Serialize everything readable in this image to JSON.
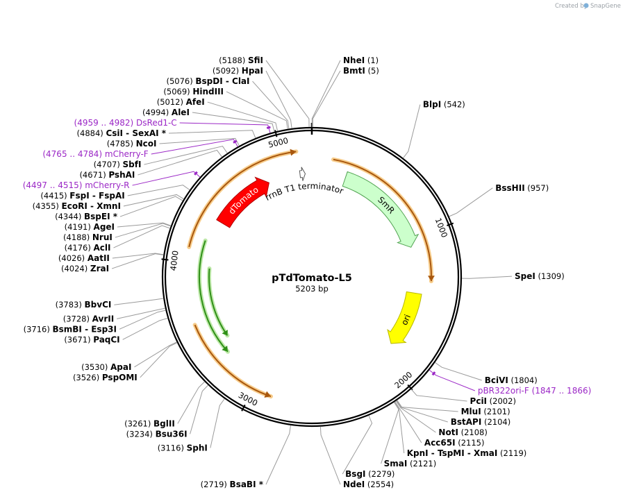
{
  "credit": {
    "prefix": "Created by",
    "brand": "SnapGene"
  },
  "plasmid": {
    "name": "pTdTomato-L5",
    "size_label": "5203 bp",
    "length": 5203
  },
  "ticks": [
    {
      "pos": 1000,
      "label": "1000"
    },
    {
      "pos": 2000,
      "label": "2000"
    },
    {
      "pos": 3000,
      "label": "3000"
    },
    {
      "pos": 4000,
      "label": "4000"
    },
    {
      "pos": 5000,
      "label": "5000"
    }
  ],
  "features": [
    {
      "name": "dTomato",
      "start": 4350,
      "end": 4850,
      "dir": 1,
      "fill": "#ff0000",
      "stroke": "#b00000",
      "text_fill": "#ffffff",
      "ring": "inner"
    },
    {
      "name": "rrnB T1 terminator",
      "start": 5108,
      "end": 5150,
      "dir": 1,
      "fill": "#ffffff",
      "stroke": "#555555",
      "text_fill": "#000000",
      "ring": "inner"
    },
    {
      "name": "SmR",
      "start": 270,
      "end": 1060,
      "dir": 1,
      "fill": "#ccffcc",
      "stroke": "#52a352",
      "text_fill": "#000000",
      "ring": "inner"
    },
    {
      "name": "ori",
      "start": 1430,
      "end": 1880,
      "dir": 1,
      "fill": "#ffff00",
      "stroke": "#b8b800",
      "text_fill": "#000000",
      "ring": "inner"
    }
  ],
  "orfs": [
    {
      "start": 150,
      "end": 1330,
      "dir": 1,
      "color": "#a8570e",
      "glow": "#f7cd8c",
      "r": 172
    },
    {
      "start": 3300,
      "end": 4175,
      "dir": -1,
      "color": "#2f8f17",
      "glow": "#bde8a8",
      "r": 162
    },
    {
      "start": 3400,
      "end": 3970,
      "dir": -1,
      "color": "#2f8f17",
      "glow": "#bde8a8",
      "r": 148
    },
    {
      "start": 2875,
      "end": 3580,
      "dir": -1,
      "color": "#a8570e",
      "glow": "#f7cd8c",
      "r": 182
    },
    {
      "start": 4100,
      "end": 5100,
      "dir": 1,
      "color": "#a8570e",
      "glow": "#f7cd8c",
      "r": 182
    }
  ],
  "sites": [
    {
      "name": "SfiI",
      "pos_label": "(5188)",
      "pos": 5188,
      "side": "left",
      "star": false
    },
    {
      "name": "NheI",
      "pos_label": "(1)",
      "pos": 1,
      "side": "right",
      "star": false
    },
    {
      "name": "BmtI",
      "pos_label": "(5)",
      "pos": 5,
      "side": "right",
      "star": false
    },
    {
      "name": "HpaI",
      "pos_label": "(5092)",
      "pos": 5092,
      "side": "left",
      "star": false
    },
    {
      "name": "BspDI - ClaI",
      "pos_label": "(5076)",
      "pos": 5076,
      "side": "left",
      "star": false
    },
    {
      "name": "HindIII",
      "pos_label": "(5069)",
      "pos": 5069,
      "side": "left",
      "star": false
    },
    {
      "name": "AfeI",
      "pos_label": "(5012)",
      "pos": 5012,
      "side": "left",
      "star": false
    },
    {
      "name": "AleI",
      "pos_label": "(4994)",
      "pos": 4994,
      "side": "left",
      "star": false
    },
    {
      "name": "CsiI - SexAI",
      "pos_label": "(4884)",
      "pos": 4884,
      "side": "left",
      "star": true
    },
    {
      "name": "NcoI",
      "pos_label": "(4785)",
      "pos": 4785,
      "side": "left",
      "star": false
    },
    {
      "name": "SbfI",
      "pos_label": "(4707)",
      "pos": 4707,
      "side": "left",
      "star": false
    },
    {
      "name": "PshAI",
      "pos_label": "(4671)",
      "pos": 4671,
      "side": "left",
      "star": false
    },
    {
      "name": "FspI - FspAI",
      "pos_label": "(4415)",
      "pos": 4415,
      "side": "left",
      "star": false
    },
    {
      "name": "EcoRI - XmnI",
      "pos_label": "(4355)",
      "pos": 4355,
      "side": "left",
      "star": false
    },
    {
      "name": "BspEI",
      "pos_label": "(4344)",
      "pos": 4344,
      "side": "left",
      "star": true
    },
    {
      "name": "AgeI",
      "pos_label": "(4191)",
      "pos": 4191,
      "side": "left",
      "star": false
    },
    {
      "name": "NruI",
      "pos_label": "(4188)",
      "pos": 4188,
      "side": "left",
      "star": false
    },
    {
      "name": "AclI",
      "pos_label": "(4176)",
      "pos": 4176,
      "side": "left",
      "star": false
    },
    {
      "name": "AatII",
      "pos_label": "(4026)",
      "pos": 4026,
      "side": "left",
      "star": false
    },
    {
      "name": "ZraI",
      "pos_label": "(4024)",
      "pos": 4024,
      "side": "left",
      "star": false
    },
    {
      "name": "BbvCI",
      "pos_label": "(3783)",
      "pos": 3783,
      "side": "left",
      "star": false
    },
    {
      "name": "AvrII",
      "pos_label": "(3728)",
      "pos": 3728,
      "side": "left",
      "star": false
    },
    {
      "name": "BsmBI - Esp3I",
      "pos_label": "(3716)",
      "pos": 3716,
      "side": "left",
      "star": false
    },
    {
      "name": "PaqCI",
      "pos_label": "(3671)",
      "pos": 3671,
      "side": "left",
      "star": false
    },
    {
      "name": "ApaI",
      "pos_label": "(3530)",
      "pos": 3530,
      "side": "left",
      "star": false
    },
    {
      "name": "PspOMI",
      "pos_label": "(3526)",
      "pos": 3526,
      "side": "left",
      "star": false
    },
    {
      "name": "BglII",
      "pos_label": "(3261)",
      "pos": 3261,
      "side": "left",
      "star": false
    },
    {
      "name": "Bsu36I",
      "pos_label": "(3234)",
      "pos": 3234,
      "side": "left",
      "star": false
    },
    {
      "name": "SphI",
      "pos_label": "(3116)",
      "pos": 3116,
      "side": "left",
      "star": false
    },
    {
      "name": "BsaBI",
      "pos_label": "(2719)",
      "pos": 2719,
      "side": "left",
      "star": true
    },
    {
      "name": "NdeI",
      "pos_label": "(2554)",
      "pos": 2554,
      "side": "right",
      "star": false
    },
    {
      "name": "BsgI",
      "pos_label": "(2279)",
      "pos": 2279,
      "side": "right",
      "star": false
    },
    {
      "name": "SmaI",
      "pos_label": "(2121)",
      "pos": 2121,
      "side": "right",
      "star": false
    },
    {
      "name": "KpnI - TspMI - XmaI",
      "pos_label": "(2119)",
      "pos": 2119,
      "side": "right",
      "star": false
    },
    {
      "name": "Acc65I",
      "pos_label": "(2115)",
      "pos": 2115,
      "side": "right",
      "star": false
    },
    {
      "name": "NotI",
      "pos_label": "(2108)",
      "pos": 2108,
      "side": "right",
      "star": false
    },
    {
      "name": "BstAPI",
      "pos_label": "(2104)",
      "pos": 2104,
      "side": "right",
      "star": false
    },
    {
      "name": "MluI",
      "pos_label": "(2101)",
      "pos": 2101,
      "side": "right",
      "star": false
    },
    {
      "name": "PciI",
      "pos_label": "(2002)",
      "pos": 2002,
      "side": "right",
      "star": false
    },
    {
      "name": "BciVI",
      "pos_label": "(1804)",
      "pos": 1804,
      "side": "right",
      "star": false
    },
    {
      "name": "SpeI",
      "pos_label": "(1309)",
      "pos": 1309,
      "side": "right",
      "star": false
    },
    {
      "name": "BssHII",
      "pos_label": "(957)",
      "pos": 957,
      "side": "right",
      "star": false
    },
    {
      "name": "BlpI",
      "pos_label": "(542)",
      "pos": 542,
      "side": "right",
      "star": false
    }
  ],
  "primers": [
    {
      "name": "DsRed1-C",
      "range_label": "(4959 .. 4982)",
      "pos": 4970,
      "side": "left"
    },
    {
      "name": "mCherry-F",
      "range_label": "(4765 .. 4784)",
      "pos": 4775,
      "side": "left"
    },
    {
      "name": "mCherry-R",
      "range_label": "(4497 .. 4515)",
      "pos": 4506,
      "side": "left"
    },
    {
      "name": "pBR322ori-F",
      "range_label": "(1847 .. 1866)",
      "pos": 1856,
      "side": "right"
    }
  ]
}
